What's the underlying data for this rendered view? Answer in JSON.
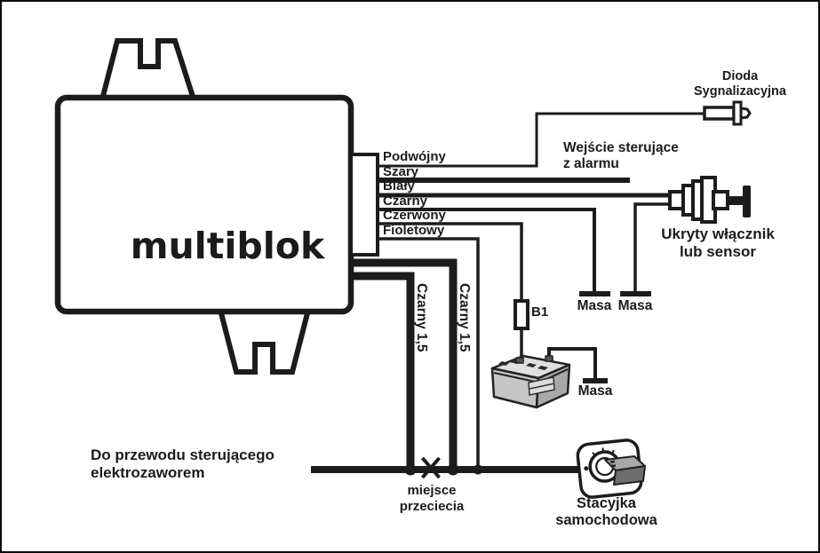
{
  "device": {
    "logo": "multiblok"
  },
  "wires": [
    {
      "label": "Podwójny"
    },
    {
      "label": "Szary"
    },
    {
      "label": "Biały"
    },
    {
      "label": "Czarny"
    },
    {
      "label": "Czerwony"
    },
    {
      "label": "Fioletowy"
    }
  ],
  "labels": {
    "diode": [
      "Dioda",
      "Sygnalizacyjna"
    ],
    "alarm_input": [
      "Wejście sterujące",
      "z alarmu"
    ],
    "hidden_switch": [
      "Ukryty włącznik",
      "lub sensor"
    ],
    "fuse": "B1",
    "ground": "Masa",
    "black_wire": "Czarny 1,5",
    "solenoid": [
      "Do przewodu sterującego",
      "elektrozaworem"
    ],
    "cut_point": [
      "miejsce",
      "przeciecia"
    ],
    "ignition": [
      "Stacyjka",
      "samochodowa"
    ]
  },
  "colors": {
    "line": "#1c1c1c",
    "battery_top": "#dfdfdf",
    "battery_front": "#c6c6c6",
    "battery_side": "#a8a8a8",
    "battery_label": "#dcdcdc",
    "key_top": "#a8a8a8",
    "key_front": "#6e6e6e"
  }
}
